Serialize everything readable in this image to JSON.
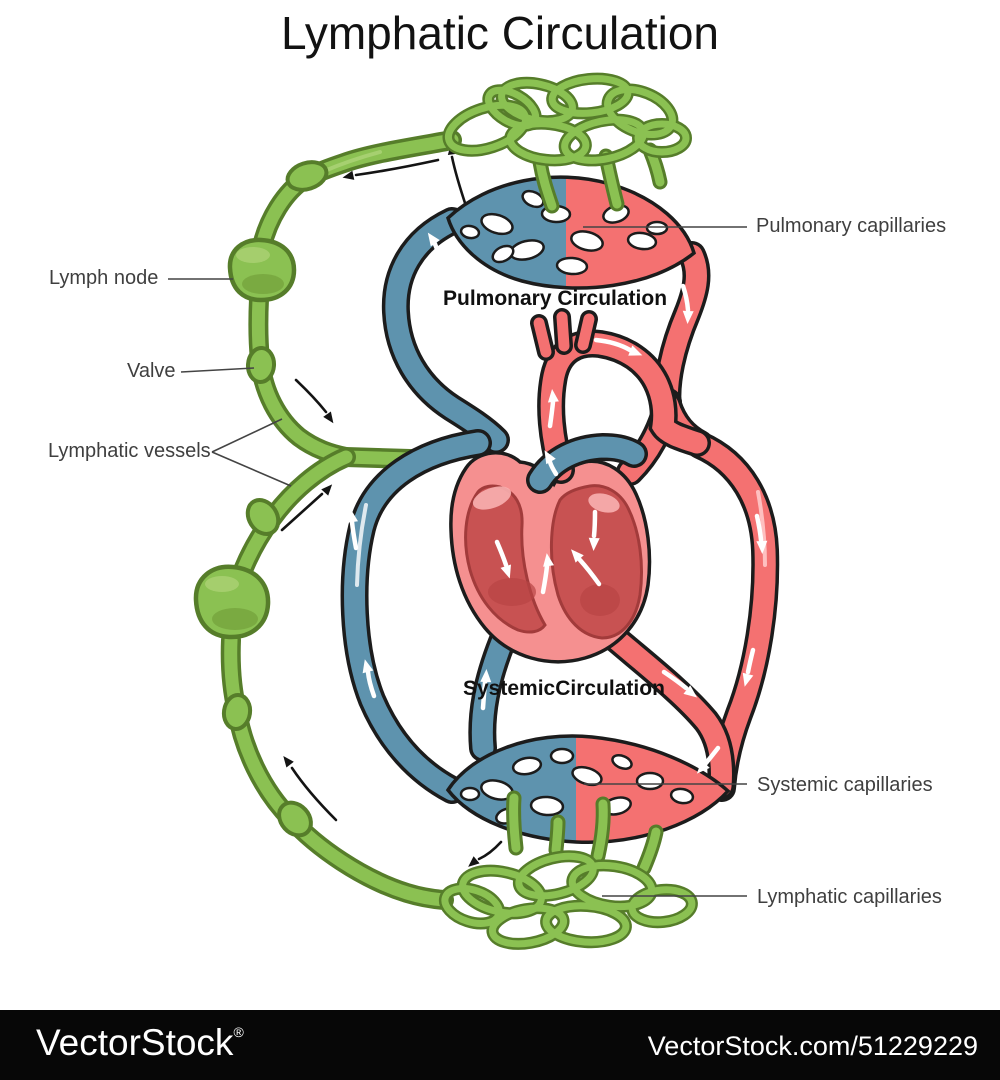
{
  "title": "Lymphatic Circulation",
  "labels": {
    "lymph_node": "Lymph node",
    "valve": "Valve",
    "lymphatic_vessels": "Lymphatic vessels",
    "pulmonary_capillaries": "Pulmonary capillaries",
    "systemic_capillaries": "Systemic capillaries",
    "lymphatic_capillaries": "Lymphatic capillaries"
  },
  "diagram_text": {
    "pulmonary_circulation": "Pulmonary Circulation",
    "systemic_circulation": "SystemicCirculation"
  },
  "colors": {
    "lymph_green": "#8bc152",
    "lymph_green_outline": "#567d2a",
    "vein_blue": "#5e93ae",
    "artery_red": "#f47171",
    "heart_pink": "#f59090",
    "heart_chamber_red": "#c85252",
    "outline": "#1c1c1c",
    "background": "#ffffff",
    "watermark_bar": "#070707"
  },
  "watermark": {
    "brand": "VectorStock",
    "registered_mark": "®",
    "site_ref": "VectorStock.com/51229229"
  }
}
